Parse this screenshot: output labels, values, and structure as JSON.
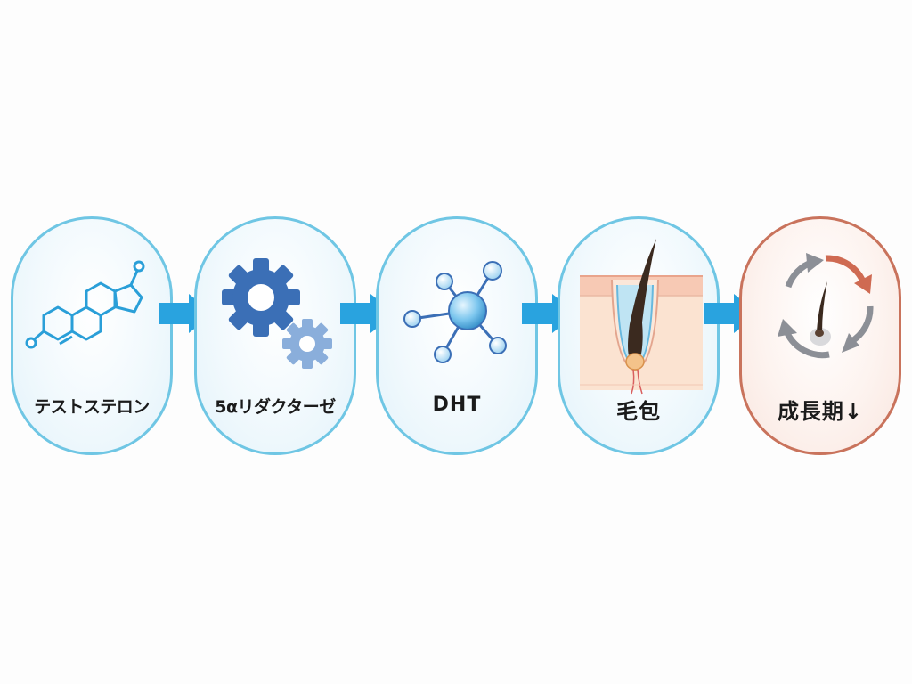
{
  "steps": [
    {
      "id": "testosterone",
      "label": "テストステロン",
      "icon": "steroid-molecule-icon"
    },
    {
      "id": "reductase",
      "label": "5αリダクターゼ",
      "icon": "gears-icon"
    },
    {
      "id": "dht",
      "label": "DHT",
      "icon": "molecule-node-icon"
    },
    {
      "id": "follicle",
      "label": "毛包",
      "icon": "hair-follicle-icon"
    },
    {
      "id": "growth",
      "label": "成長期↓",
      "icon": "hair-cycle-icon"
    }
  ],
  "colors": {
    "node_border": "#6fc6e4",
    "result_border": "#c9735c",
    "arrow": "#29a3df",
    "gear_dark": "#3b6fb6",
    "gear_light": "#8aaedb"
  }
}
